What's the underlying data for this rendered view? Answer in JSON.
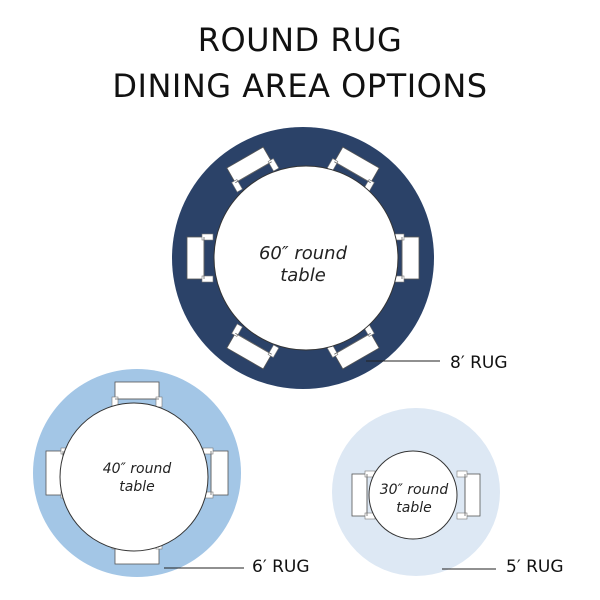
{
  "title": {
    "line1": "ROUND RUG",
    "line2": "DINING AREA OPTIONS"
  },
  "colors": {
    "rug_8ft": "#2b4268",
    "rug_6ft": "#a3c6e6",
    "rug_5ft": "#dde8f4",
    "table_fill": "#ffffff",
    "text": "#111111"
  },
  "options": [
    {
      "id": "8ft",
      "rug_label": "8′ RUG",
      "table_label_line1": "60″ round",
      "table_label_line2": "table",
      "chairs": 6
    },
    {
      "id": "6ft",
      "rug_label": "6′ RUG",
      "table_label_line1": "40″ round",
      "table_label_line2": "table",
      "chairs": 4
    },
    {
      "id": "5ft",
      "rug_label": "5′ RUG",
      "table_label_line1": "30″ round",
      "table_label_line2": "table",
      "chairs": 2
    }
  ]
}
